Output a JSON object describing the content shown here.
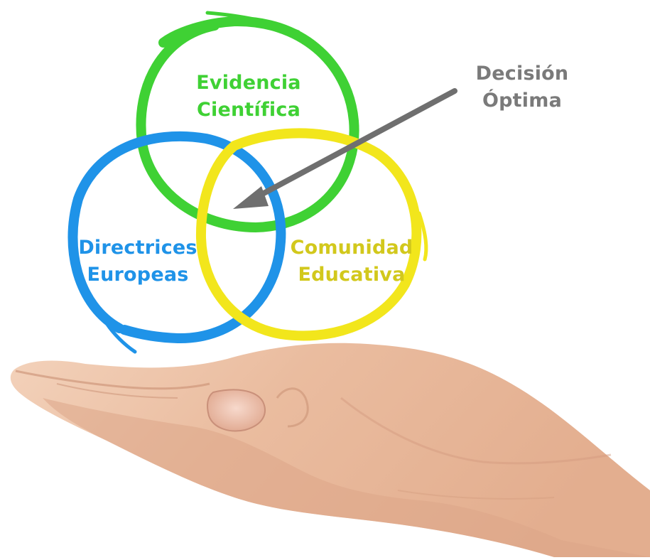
{
  "diagram": {
    "circles": [
      {
        "id": "science",
        "lines": [
          "Evidencia",
          "Científica"
        ],
        "color": "#3fd134"
      },
      {
        "id": "guidelines",
        "lines": [
          "Directrices",
          "Europeas"
        ],
        "color": "#1f93e8"
      },
      {
        "id": "community",
        "lines": [
          "Comunidad",
          "Educativa"
        ],
        "color": "#d2c81c",
        "stroke": "#f2e61c"
      }
    ],
    "pointer": {
      "lines": [
        "Decisión",
        "Óptima"
      ],
      "color": "#7a7a7a"
    }
  },
  "image": {
    "subject": "open-palm-hand"
  }
}
